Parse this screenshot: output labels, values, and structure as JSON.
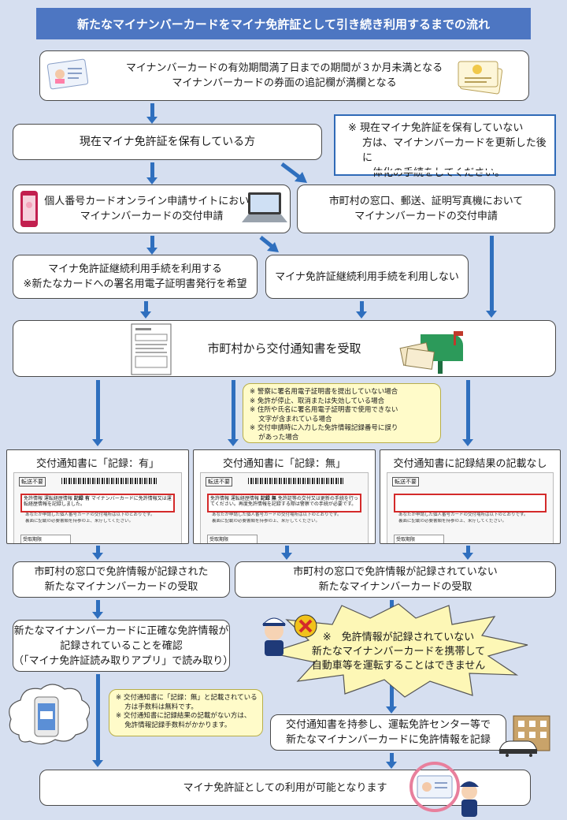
{
  "title": "新たなマイナンバーカードをマイナ免許証として引き続き利用するまでの流れ",
  "start_box": {
    "line1": "マイナンバーカードの有効期間満了日までの期間が３か月未満となる",
    "line2": "マイナンバーカードの券面の追記欄が満欄となる"
  },
  "have_license": "現在マイナ免許証を保有している方",
  "note_top": {
    "line1": "※ 現在マイナ免許証を保有していない",
    "line2": "方は、マイナンバーカードを更新した後に",
    "line3": "一体化の手続をしてください。"
  },
  "online_apply": {
    "line1": "個人番号カードオンライン申請サイトにおいて",
    "line2": "マイナンバーカードの交付申請"
  },
  "counter_apply": {
    "line1": "市町村の窓口、郵送、証明写真機において",
    "line2": "マイナンバーカードの交付申請"
  },
  "use_continue": {
    "line1": "マイナ免許証継続利用手続を利用する",
    "line2": "※新たなカードへの署名用電子証明書発行を希望"
  },
  "not_use_continue": "マイナ免許証継続利用手続を利用しない",
  "receive_notice": "市町村から交付通知書を受取",
  "callout_mid": [
    "※ 警察に署名用電子証明書を提出していない場合",
    "※ 免許が停止、取消または失効している場合",
    "※ 住所や氏名に署名用電子証明書で使用できない",
    "　 文字が含まれている場合",
    "※ 交付申請時に入力した免許情報記録番号に誤り",
    "　 があった場合"
  ],
  "doc_panels": [
    {
      "title": "交付通知書に「記録：有」",
      "tag": "転送不要",
      "row_label": "免許情報 運転経歴情報",
      "row_mark": "記録 有",
      "row_text": "マイナンバーカードに免許情報又は運転経歴情報を記録しました。",
      "line1": "あなたが申請した個人番号カードの交付場所は以下のとおりです。",
      "line2": "裏面に記載の必要書類を持参の上、来庁してください。",
      "foot": "受取期限"
    },
    {
      "title": "交付通知書に「記録：無」",
      "tag": "転送不要",
      "row_label": "免許情報 運転経歴情報",
      "row_mark": "記録 無",
      "row_text": "免許証等の交付又は更新の手続を行ってください。再度免許情報を記録する際は警察での手続が必要です。",
      "line1": "あなたが申請した個人番号カードの交付場所は以下のとおりです。",
      "line2": "裏面に記載の必要書類を持参の上、来庁してください。",
      "foot": "受取期限"
    },
    {
      "title": "交付通知書に記録結果の記載なし",
      "tag": "転送不要",
      "row_label": "",
      "row_mark": "",
      "row_text": "",
      "line1": "あなたが申請した個人番号カードの交付場所は以下のとおりです。",
      "line2": "裏面に記載の必要書類を持参の上、来庁してください。",
      "foot": "受取期限"
    }
  ],
  "receive_recorded": {
    "line1": "市町村の窓口で免許情報が記録された",
    "line2": "新たなマイナンバーカードの受取"
  },
  "receive_unrecorded": {
    "line1": "市町村の窓口で免許情報が記録されていない",
    "line2": "新たなマイナンバーカードの受取"
  },
  "confirm_box": {
    "line1": "新たなマイナンバーカードに正確な免許情報が",
    "line2": "記録されていることを確認",
    "line3": "（「マイナ免許証読み取りアプリ」で読み取り）"
  },
  "warning": {
    "line1": "※　免許情報が記録されていない",
    "line2": "新たなマイナンバーカードを携帯して",
    "line3": "自動車等を運転することはできません"
  },
  "callout_low": [
    "※ 交付通知書に「記録：無」と記載されている",
    "　 方は手数料は無料です。",
    "※ 交付通知書に記録結果の記載がない方は、",
    "　 免許情報記録手数料がかかります。"
  ],
  "bring_notice": {
    "line1": "交付通知書を持参し、運転免許センター等で",
    "line2": "新たなマイナンバーカードに免許情報を記録"
  },
  "final": "マイナ免許証としての利用が可能となります",
  "colors": {
    "title_bg": "#4d76c2",
    "arrow": "#2f6fbe",
    "background": "#d6dff0",
    "highlight": "#d42a2a"
  }
}
